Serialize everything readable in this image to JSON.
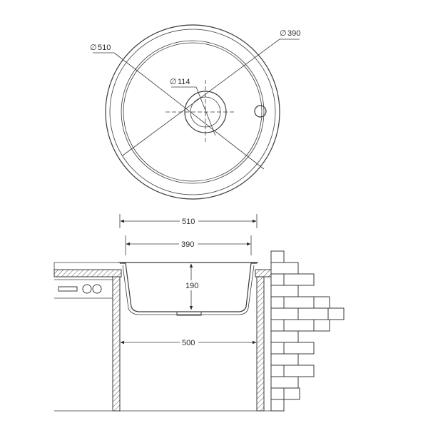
{
  "top_view": {
    "outer_diameter_label": "510",
    "bowl_diameter_label": "390",
    "drain_diameter_label": "114",
    "diameter_symbol": "∅"
  },
  "section_view": {
    "overall_width_label": "510",
    "bowl_width_label": "390",
    "bowl_depth_label": "190",
    "cabinet_width_label": "500"
  },
  "colors": {
    "line": "#3a3a3a",
    "hatch": "#555555",
    "background": "#ffffff"
  }
}
